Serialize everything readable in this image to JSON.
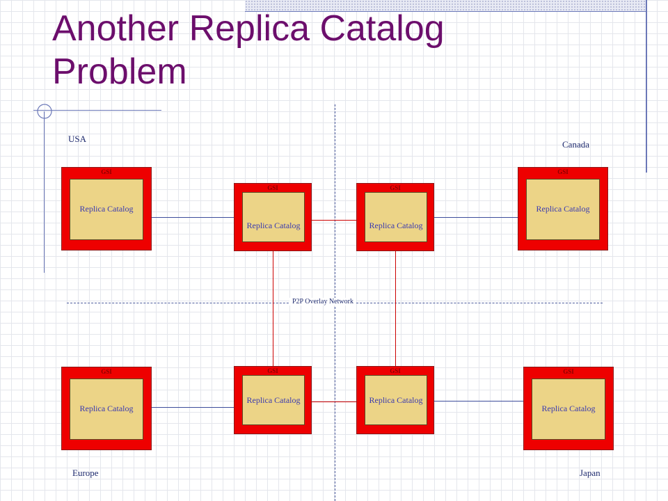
{
  "slide": {
    "title": "Another Replica Catalog\nProblem"
  },
  "regions": {
    "usa": "USA",
    "canada": "Canada",
    "europe": "Europe",
    "japan": "Japan"
  },
  "overlay_label": "P2P Overlay Network",
  "nodes": [
    {
      "label": "Replica Catalog"
    },
    {
      "label": "Replica Catalog"
    },
    {
      "label": "Replica Catalog"
    },
    {
      "label": "Replica Catalog"
    },
    {
      "label": "Replica Catalog"
    },
    {
      "label": "Replica Catalog"
    },
    {
      "label": "Replica Catalog"
    },
    {
      "label": "Replica Catalog"
    }
  ],
  "colors": {
    "title": "#6c0e6c",
    "node_border": "#ee0000",
    "node_fill": "#ecd487",
    "overlay_link": "#cc0000",
    "local_link": "#3c4c9a"
  }
}
